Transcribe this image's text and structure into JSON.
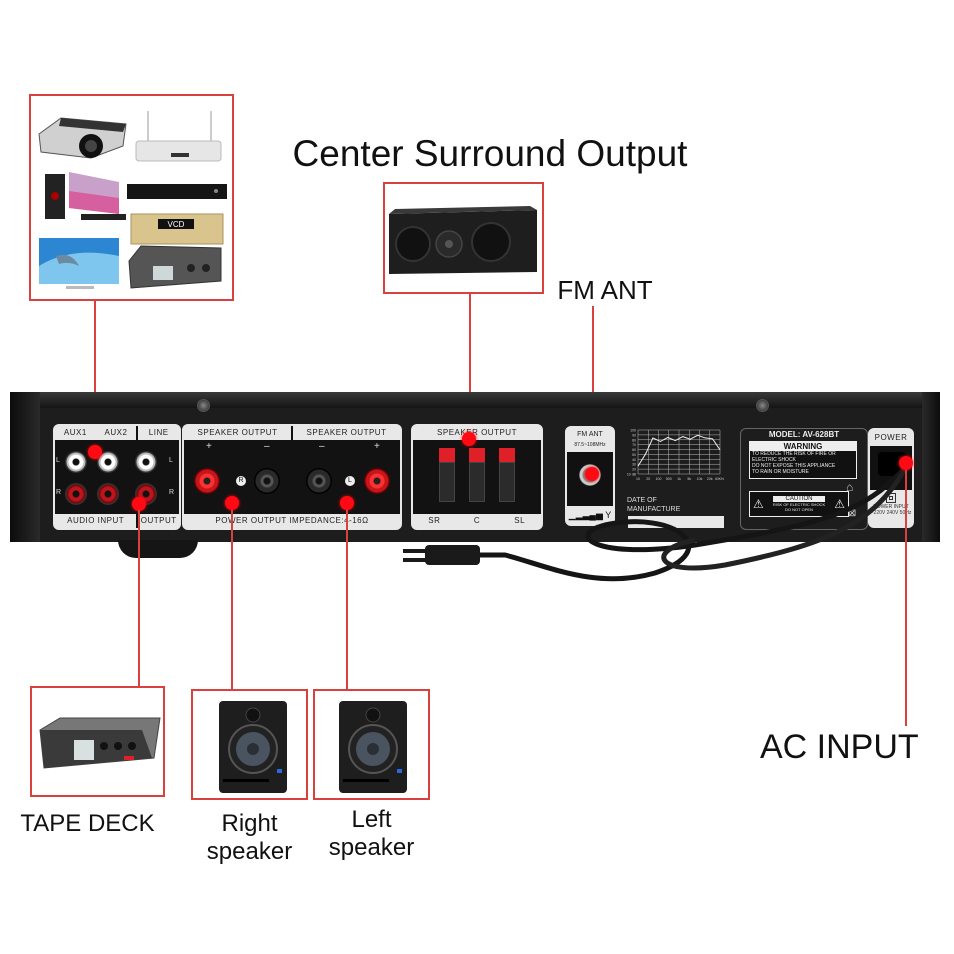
{
  "title": "Center Surround Output",
  "labels": {
    "fm_ant": "FM ANT",
    "ac_input": "AC INPUT",
    "tape_deck": "TAPE DECK",
    "right_speaker": [
      "Right",
      "speaker"
    ],
    "left_speaker": [
      "Left",
      "speaker"
    ]
  },
  "source_devices": [
    "projector",
    "wifi-router",
    "desktop-computer",
    "dvd-player",
    "vcd-player",
    "flat-tv",
    "audio-recorder"
  ],
  "source_devices_vcd_text": "VCD",
  "amplifier": {
    "audio_panel": {
      "headers": [
        "AUX1",
        "AUX2",
        "LINE"
      ],
      "footer_left": "AUDIO INPUT",
      "footer_right": "OUTPUT",
      "side_l": "L",
      "side_r": "R"
    },
    "speaker_panel": {
      "header_left": "SPEAKER OUTPUT",
      "header_right": "SPEAKER OUTPUT",
      "footer": "POWER OUTPUT IMPEDANCE:4-16Ω",
      "plus": "+",
      "minus": "–",
      "r": "R",
      "l": "L"
    },
    "surround_panel": {
      "header": "SPEAKER OUTPUT",
      "channels": [
        "SR",
        "C",
        "SL"
      ]
    },
    "fm_panel": {
      "header": "FM ANT",
      "band": "87.5~108MHz"
    },
    "freq_graph": {
      "y_ticks": [
        "100",
        "90",
        "80",
        "70",
        "60",
        "50",
        "40",
        "30",
        "20",
        "10 dB"
      ],
      "x_ticks": [
        "10",
        "20",
        "100",
        "500",
        "1k",
        "5k",
        "10k",
        "20k",
        "40KHz"
      ],
      "curve_db": [
        18,
        45,
        82,
        74,
        83,
        76,
        85,
        79,
        88,
        82,
        80,
        55
      ]
    },
    "date_label": "DATE OF\nMANUFACTURE",
    "model": "MODEL: AV-628BT",
    "warning": {
      "title": "WARNING",
      "lines": [
        "TO REDUCE THE RISK OF FIRE OR",
        "ELECTRIC SHOCK",
        "DO NOT EXPOSE THIS APPLIANCE",
        "TO RAIN OR MOISTURE"
      ]
    },
    "caution": {
      "title": "CAUTION",
      "lines": [
        "RISK OF ELECTRIC SHOCK",
        "DO NOT OPEN"
      ]
    },
    "power_panel": {
      "header": "POWER",
      "input_label": "POWER INPUT",
      "input_value": "~220V 240V 50Hz"
    }
  },
  "colors": {
    "connector_line": "#d9413f",
    "connector_dot": "#ff0a14",
    "chassis": "#1d1d1d"
  }
}
